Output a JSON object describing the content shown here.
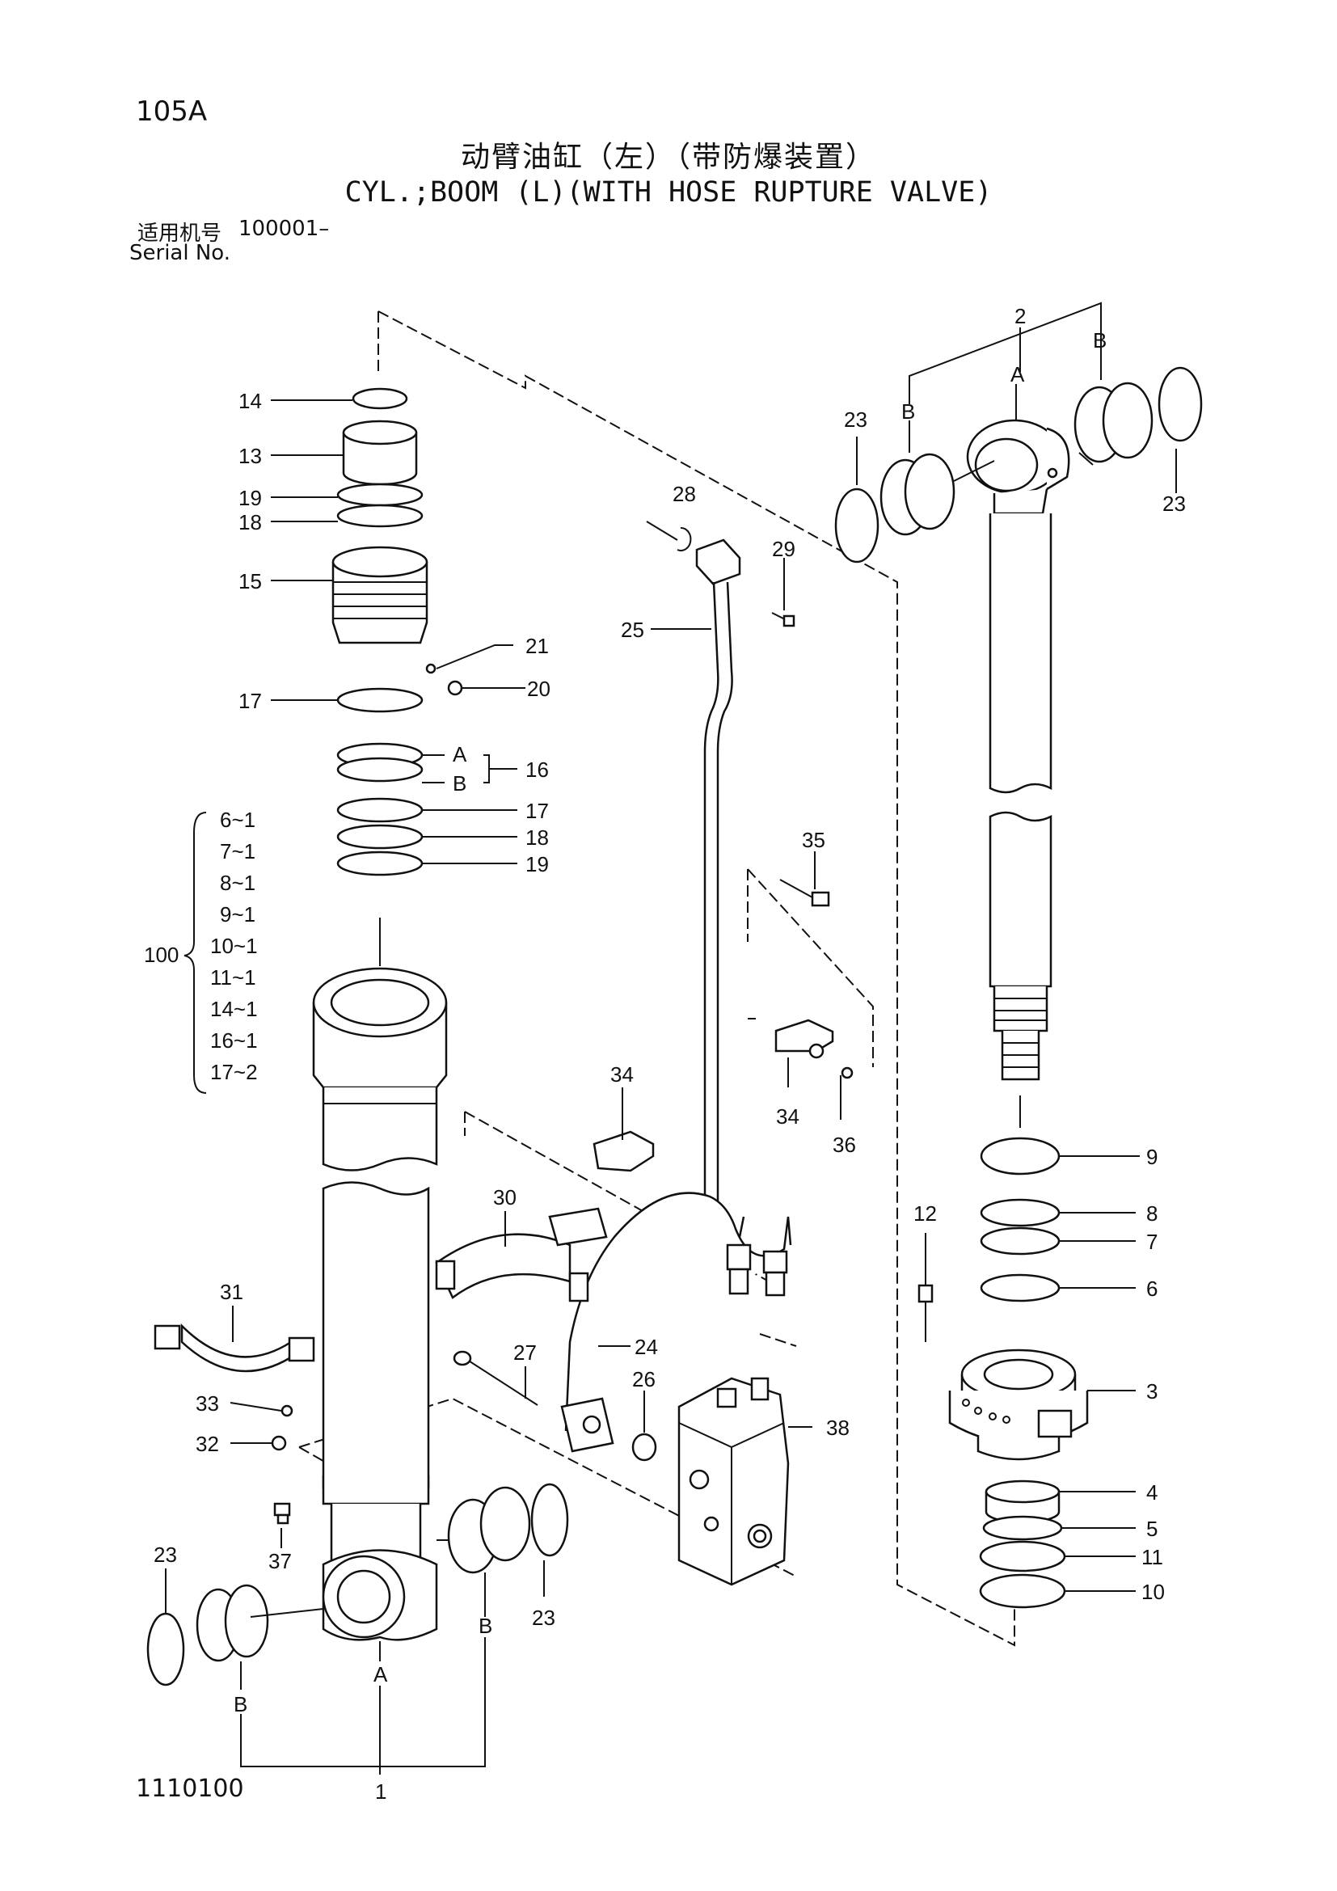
{
  "page_number": "105A",
  "title_cn": "动臂油缸（左）（带防爆装置）",
  "title_en": "CYL.;BOOM (L)(WITH HOSE RUPTURE VALVE)",
  "serial": {
    "label_cn": "适用机号",
    "value": "100001–",
    "label_en": "Serial No."
  },
  "figure_code": "1110100",
  "group_100": {
    "label": "100",
    "brace": "{",
    "items": [
      "6~1",
      "7~1",
      "8~1",
      "9~1",
      "10~1",
      "11~1",
      "14~1",
      "16~1",
      "17~2"
    ]
  },
  "callouts": {
    "c14": "14",
    "c13": "13",
    "c19a": "19",
    "c18a": "18",
    "c15": "15",
    "c21": "21",
    "c20": "20",
    "c17a": "17",
    "c16A": "A",
    "c16B": "B",
    "c16": "16",
    "c17b": "17",
    "c18b": "18",
    "c19b": "19",
    "c28": "28",
    "c29": "29",
    "c25": "25",
    "c35": "35",
    "c34a": "34",
    "c34b": "34",
    "c36": "36",
    "c30": "30",
    "c31": "31",
    "c33": "33",
    "c32": "32",
    "c27": "27",
    "c24": "24",
    "c26": "26",
    "c38": "38",
    "c37": "37",
    "c23a": "23",
    "c23b": "23",
    "cA1": "A",
    "cB1": "B",
    "cB2": "B",
    "c1": "1",
    "c2": "2",
    "cA2": "A",
    "cB3": "B",
    "cB4": "B",
    "c23c": "23",
    "c23d": "23",
    "c9": "9",
    "c8": "8",
    "c7": "7",
    "c6": "6",
    "c12": "12",
    "c3": "3",
    "c4": "4",
    "c5": "5",
    "c11": "11",
    "c10": "10"
  }
}
